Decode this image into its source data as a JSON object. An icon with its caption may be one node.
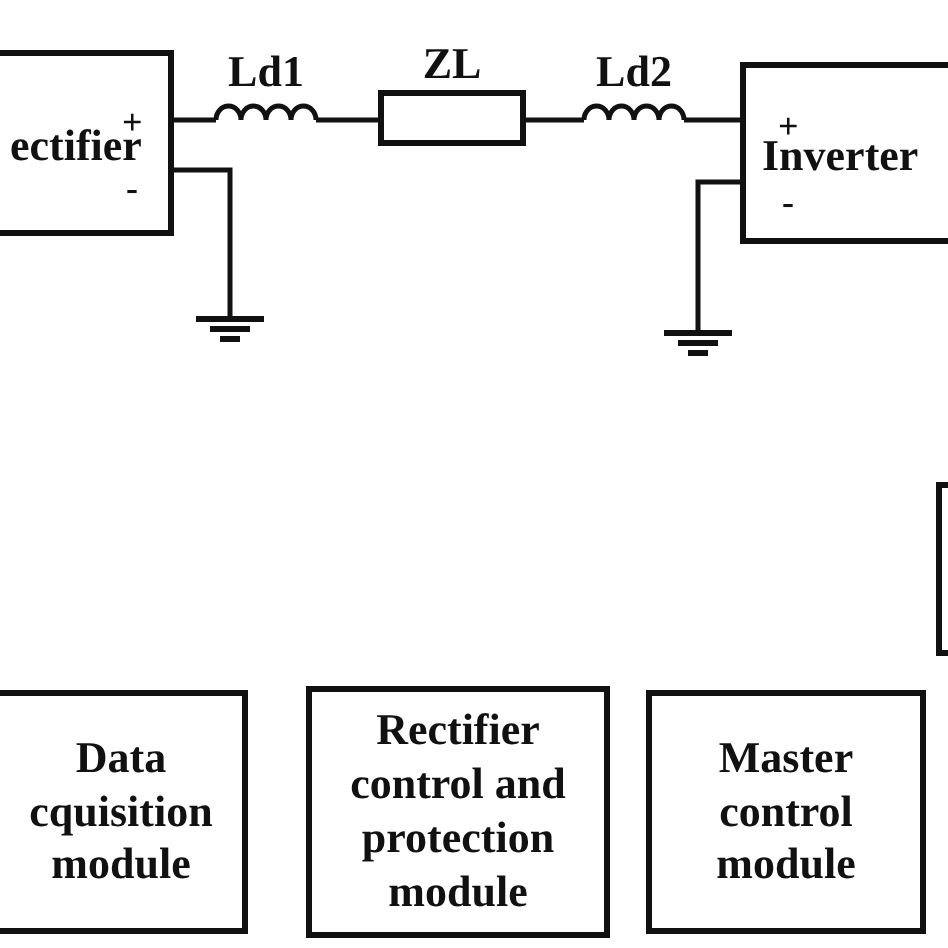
{
  "diagram": {
    "nodes": [
      {
        "text": [
          "+",
          "ectifier",
          "-"
        ]
      },
      {
        "text": [
          "Ld1"
        ]
      },
      {
        "text": [
          "ZL"
        ]
      },
      {
        "text": [
          "Ld2"
        ]
      },
      {
        "text": [
          "+",
          "Inverter",
          "-"
        ]
      },
      {
        "text": [],
        "shape": "ground"
      },
      {
        "text": [],
        "shape": "ground"
      },
      {
        "text": [
          "Data cquisition module"
        ]
      },
      {
        "text": [
          "Rectifier control and protection module"
        ]
      },
      {
        "text": [
          "Master control module"
        ]
      },
      {
        "text": [],
        "shape": "box"
      }
    ],
    "edges": [
      {
        "from": 0,
        "to": 1,
        "arrow": "none"
      },
      {
        "from": 1,
        "to": 2,
        "arrow": "none"
      },
      {
        "from": 2,
        "to": 3,
        "arrow": "none"
      },
      {
        "from": 3,
        "to": 4,
        "arrow": "none"
      },
      {
        "from": 0,
        "to": 5,
        "arrow": "none"
      },
      {
        "from": 4,
        "to": 6,
        "arrow": "none"
      }
    ]
  }
}
